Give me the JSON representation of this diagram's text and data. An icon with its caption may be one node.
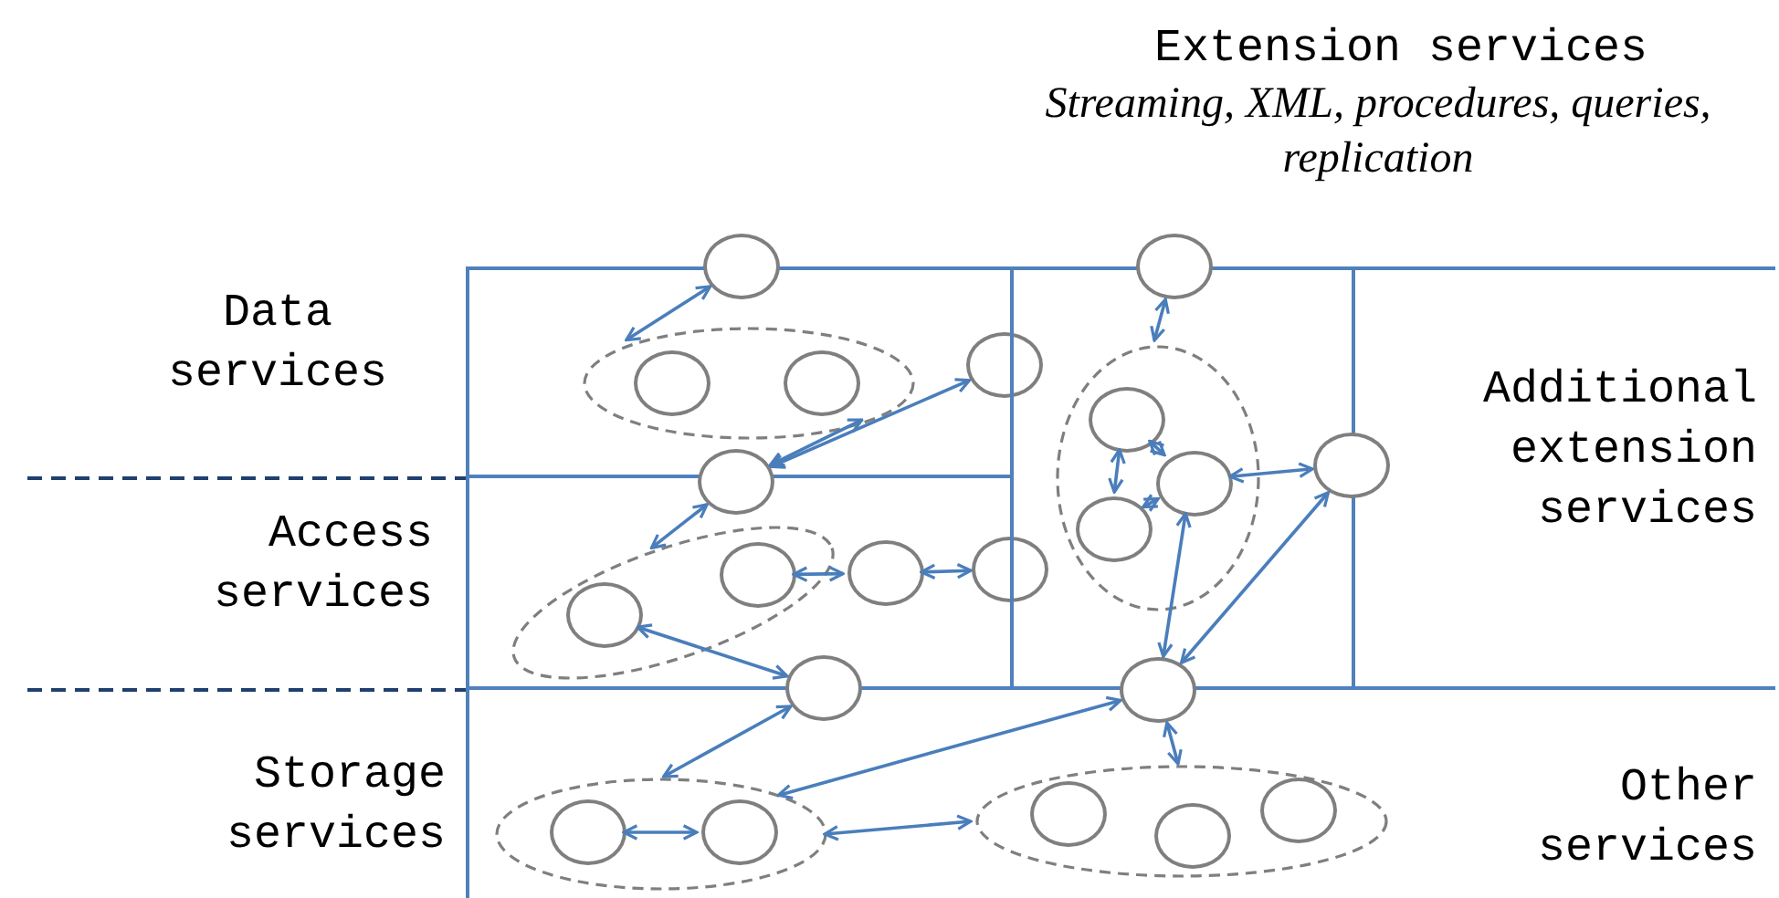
{
  "diagram": {
    "nodes": [
      {
        "text": [
          "Data services"
        ]
      },
      {
        "text": [],
        "shape": "circle"
      },
      {
        "text": [],
        "shape": "ellipse",
        "in": 0
      },
      {
        "text": [],
        "shape": "circle",
        "in": 2
      },
      {
        "text": [],
        "shape": "circle",
        "in": 2
      },
      {
        "text": [],
        "shape": "circle"
      },
      {
        "text": [
          "Access services"
        ]
      },
      {
        "text": [],
        "shape": "circle"
      },
      {
        "text": [],
        "shape": "ellipse",
        "in": 6
      },
      {
        "text": [],
        "shape": "circle",
        "in": 8
      },
      {
        "text": [],
        "shape": "circle",
        "in": 8
      },
      {
        "text": [],
        "shape": "circle",
        "in": 6
      },
      {
        "text": [],
        "shape": "circle"
      },
      {
        "text": [],
        "shape": "circle"
      },
      {
        "text": [
          "Extension services",
          "Streaming, XML, procedures, queries, replication"
        ]
      },
      {
        "text": [],
        "shape": "circle"
      },
      {
        "text": [],
        "shape": "ellipse",
        "in": 14
      },
      {
        "text": [],
        "shape": "circle",
        "in": 16
      },
      {
        "text": [],
        "shape": "circle",
        "in": 16
      },
      {
        "text": [],
        "shape": "circle",
        "in": 16
      },
      {
        "text": [
          "Additional extension services"
        ]
      },
      {
        "text": [],
        "shape": "circle"
      },
      {
        "text": [],
        "shape": "circle"
      },
      {
        "text": [
          "Storage services",
          "Other services"
        ]
      },
      {
        "text": [],
        "shape": "ellipse",
        "in": 23
      },
      {
        "text": [],
        "shape": "circle",
        "in": 24
      },
      {
        "text": [],
        "shape": "circle",
        "in": 24
      },
      {
        "text": [],
        "shape": "ellipse",
        "in": 23
      },
      {
        "text": [],
        "shape": "circle",
        "in": 27
      },
      {
        "text": [],
        "shape": "circle",
        "in": 27
      },
      {
        "text": [],
        "shape": "circle",
        "in": 27
      }
    ],
    "edges": [
      {
        "from": 1,
        "to": 2,
        "arrow": "both"
      },
      {
        "from": 7,
        "to": 2,
        "arrow": "both"
      },
      {
        "from": 7,
        "to": 5,
        "arrow": "both"
      },
      {
        "from": 7,
        "to": 8,
        "arrow": "both"
      },
      {
        "from": 9,
        "to": 11,
        "arrow": "both"
      },
      {
        "from": 11,
        "to": 12,
        "arrow": "both"
      },
      {
        "from": 10,
        "to": 13,
        "arrow": "both"
      },
      {
        "from": 15,
        "to": 16,
        "arrow": "both"
      },
      {
        "from": 17,
        "to": 18,
        "arrow": "both"
      },
      {
        "from": 19,
        "to": 17,
        "arrow": "both"
      },
      {
        "from": 18,
        "to": 19,
        "arrow": "both"
      },
      {
        "from": 18,
        "to": 21,
        "arrow": "both"
      },
      {
        "from": 18,
        "to": 22,
        "arrow": "both"
      },
      {
        "from": 21,
        "to": 22,
        "arrow": "both"
      },
      {
        "from": 13,
        "to": 24,
        "arrow": "both"
      },
      {
        "from": 22,
        "to": 24,
        "arrow": "both"
      },
      {
        "from": 22,
        "to": 27,
        "arrow": "both"
      },
      {
        "from": 24,
        "to": 27,
        "arrow": "both"
      },
      {
        "from": 25,
        "to": 26,
        "arrow": "both"
      }
    ]
  }
}
